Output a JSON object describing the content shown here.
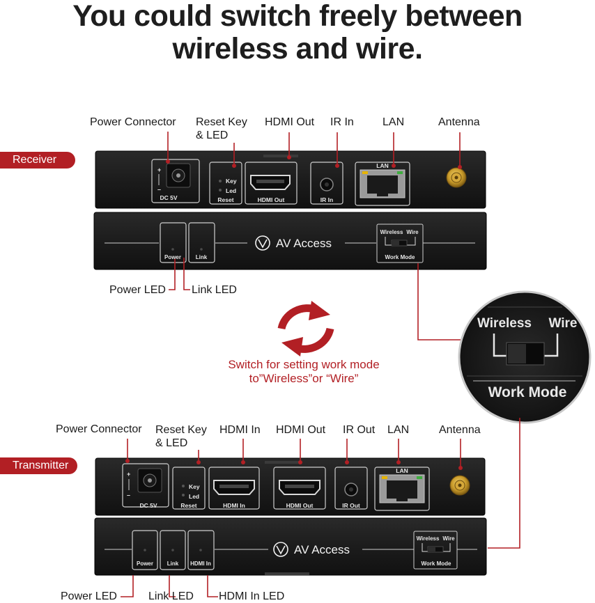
{
  "headline": {
    "line1": "You could switch freely between",
    "line2": "wireless and wire."
  },
  "receiver": {
    "badge": "Receiver",
    "callouts": {
      "power_connector": "Power Connector",
      "reset_line1": "Reset Key",
      "reset_line2": "& LED",
      "hdmi_out": "HDMI Out",
      "ir_in": "IR In",
      "lan": "LAN",
      "antenna": "Antenna",
      "power_led": "Power LED",
      "link_led": "Link LED"
    },
    "back_panel": {
      "dc": "DC 5V",
      "key": "Key",
      "led": "Led",
      "reset": "Reset",
      "hdmi": "HDMI Out",
      "ir": "IR In",
      "lan": "LAN"
    },
    "front_panel": {
      "power": "Power",
      "link": "Link",
      "brand": "AV Access",
      "wireless": "Wireless",
      "wire": "Wire",
      "work_mode": "Work Mode"
    }
  },
  "zoom": {
    "wireless": "Wireless",
    "wire": "Wire",
    "work_mode": "Work Mode"
  },
  "caption": {
    "line1": "Switch for setting work mode",
    "line2": "to”Wireless”or “Wire”"
  },
  "transmitter": {
    "badge": "Transmitter",
    "callouts": {
      "power_connector": "Power Connector",
      "reset_line1": "Reset Key",
      "reset_line2": "& LED",
      "hdmi_in": "HDMI In",
      "hdmi_out": "HDMI Out",
      "ir_out": "IR Out",
      "lan": "LAN",
      "antenna": "Antenna",
      "power_led": "Power LED",
      "link_led": "Link LED",
      "hdmi_in_led": "HDMI In LED"
    },
    "back_panel": {
      "dc": "DC 5V",
      "key": "Key",
      "led": "Led",
      "reset": "Reset",
      "hdmi_in": "HDMI In",
      "hdmi_out": "HDMI Out",
      "ir": "IR Out",
      "lan": "LAN"
    },
    "front_panel": {
      "power": "Power",
      "link": "Link",
      "hdmi_in": "HDMI In",
      "brand": "AV Access",
      "wireless": "Wireless",
      "wire": "Wire",
      "work_mode": "Work Mode"
    }
  },
  "colors": {
    "accent_red": "#b21f24",
    "device_body": "#1b1b1b",
    "panel_line": "#cfcfcf"
  }
}
